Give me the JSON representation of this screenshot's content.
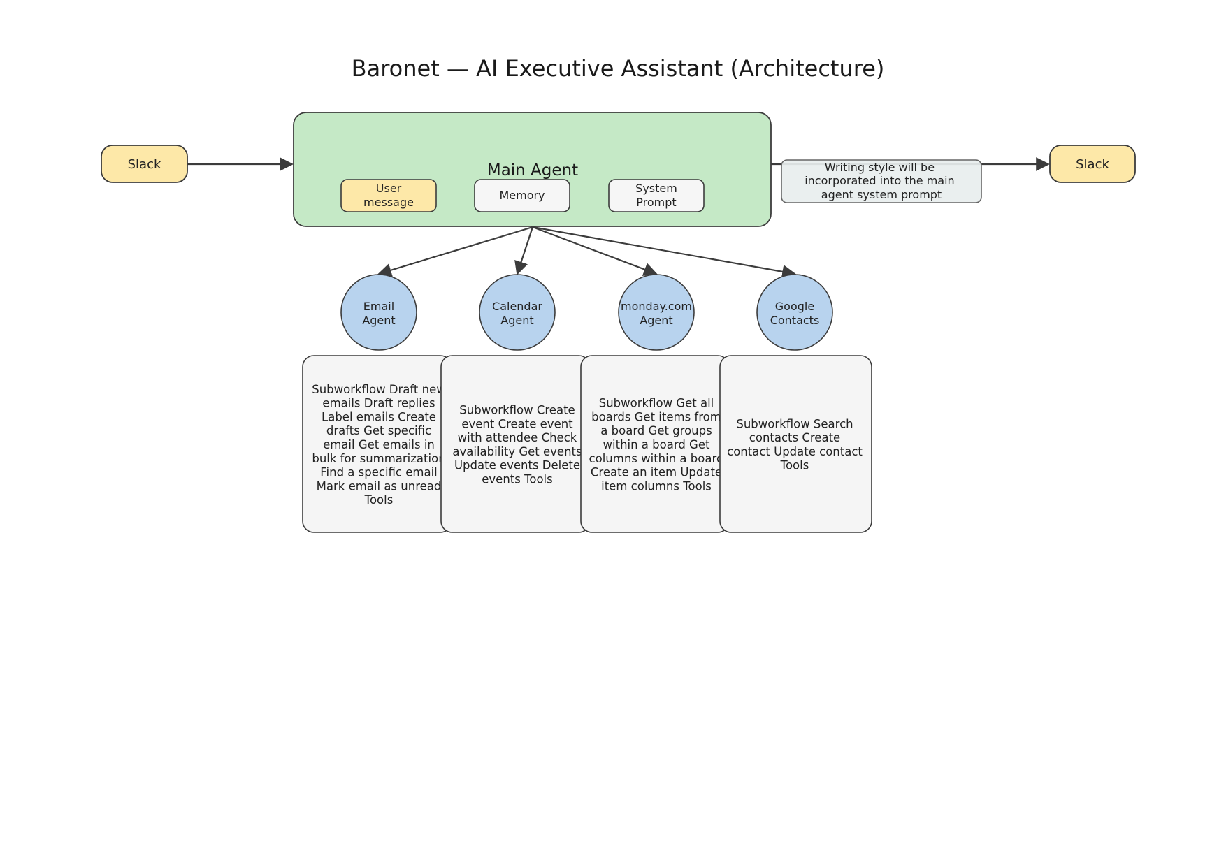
{
  "title": "Baronet — AI Executive Assistant (Architecture)",
  "input": {
    "label": "Slack"
  },
  "output": {
    "label": "Slack"
  },
  "main_agent": {
    "label": "Main Agent",
    "components": [
      {
        "label": [
          "User",
          "message"
        ],
        "color": "#fde8a8"
      },
      {
        "label": [
          "Memory"
        ],
        "color": "#f6f6f6"
      },
      {
        "label": [
          "System",
          "Prompt"
        ],
        "color": "#f6f6f6"
      }
    ],
    "color": "#c5e9c6"
  },
  "note": {
    "lines": [
      "Writing style will be",
      "incorporated into the main",
      "agent system prompt"
    ]
  },
  "agents": [
    {
      "label": [
        "Email",
        "Agent"
      ],
      "tools": [
        "Subworkflow Draft new",
        "emails Draft replies",
        "Label emails Create",
        "drafts Get specific",
        "email Get emails in",
        "bulk for summarization",
        "Find a specific email",
        "Mark email as unread",
        "Tools"
      ]
    },
    {
      "label": [
        "Calendar",
        "Agent"
      ],
      "tools": [
        "Subworkflow Create",
        "event Create event",
        "with attendee Check",
        "availability Get events",
        "Update events Delete",
        "events Tools"
      ]
    },
    {
      "label": [
        "monday.com",
        "Agent"
      ],
      "tools": [
        "Subworkflow Get all",
        "boards Get items from",
        "a board Get groups",
        "within a board Get",
        "columns within a board",
        "Create an item Update",
        "item columns Tools"
      ]
    },
    {
      "label": [
        "Google",
        "Contacts"
      ],
      "tools": [
        "Subworkflow Search",
        "contacts Create",
        "contact Update contact",
        "Tools"
      ]
    }
  ],
  "colors": {
    "slack": "#fde8a8",
    "agent_circle": "#b8d3ee",
    "card": "#f5f5f5",
    "note": "#e8eeee",
    "stroke": "#3c3c3c"
  }
}
